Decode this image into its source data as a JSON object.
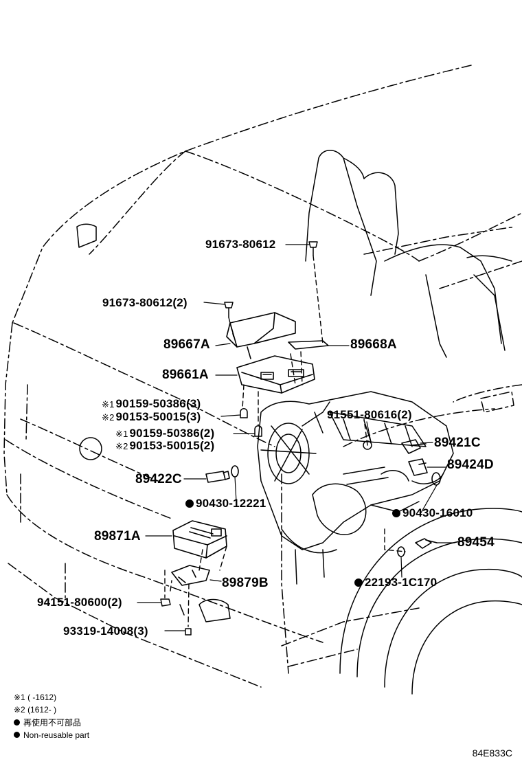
{
  "parts": {
    "p91673_top": "91673-80612",
    "p91673_2": "91673-80612(2)",
    "p89667A": "89667A",
    "p89668A": "89668A",
    "p89661A": "89661A",
    "p90159_a": "90159-50386(3)",
    "p90153_a": "90153-50015(3)",
    "p90159_b": "90159-50386(2)",
    "p90153_b": "90153-50015(2)",
    "p91551": "91551-80616(2)",
    "p89421C": "89421C",
    "p89424D": "89424D",
    "p89422C": "89422C",
    "p90430_12221": "90430-12221",
    "p90430_16010": "90430-16010",
    "p89871A": "89871A",
    "p89454": "89454",
    "p89879B": "89879B",
    "p22193": "22193-1C170",
    "p94151": "94151-80600(2)",
    "p93319": "93319-14008(3)"
  },
  "marks": {
    "note1": "※1",
    "note2": "※2"
  },
  "legend": {
    "note1": "※1 (      -1612)",
    "note2": "※2 (1612-      )",
    "nonreusable_jp": "再使用不可部品",
    "nonreusable_en": "Non-reusable part"
  },
  "figure_code": "84E833C"
}
